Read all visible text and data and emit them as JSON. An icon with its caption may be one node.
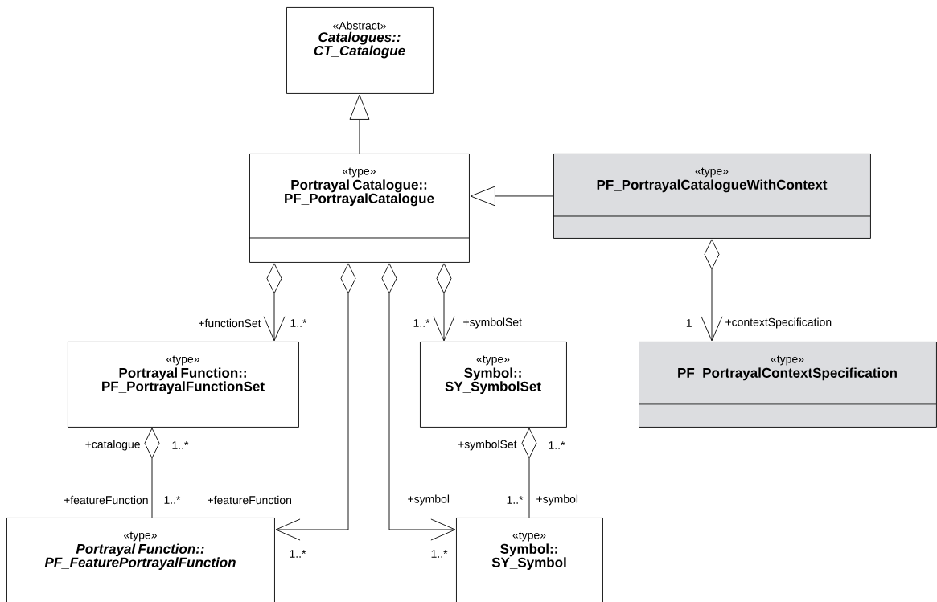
{
  "diagram": {
    "nodes": [
      {
        "text": [
          "«Abstract»",
          "Catalogues:: CT_Catalogue"
        ]
      },
      {
        "text": [
          "«type»",
          "Portrayal Catalogue:: PF_PortrayalCatalogue"
        ]
      },
      {
        "text": [
          "«type»",
          "PF_PortrayalCatalogueWithContext"
        ]
      },
      {
        "text": [
          "«type»",
          "Portrayal Function:: PF_PortrayalFunctionSet"
        ]
      },
      {
        "text": [
          "«type»",
          "Symbol:: SY_SymbolSet"
        ]
      },
      {
        "text": [
          "«type»",
          "PF_PortrayalContextSpecification"
        ]
      },
      {
        "text": [
          "«type»",
          "Portrayal Function:: PF_FeaturePortrayalFunction"
        ]
      },
      {
        "text": [
          "«type»",
          "Symbol:: SY_Symbol"
        ]
      }
    ],
    "edges": [
      {
        "from": 1,
        "to": 0,
        "arrow": "to"
      },
      {
        "from": 2,
        "to": 1,
        "arrow": "to"
      },
      {
        "from": 1,
        "to": 3,
        "arrow": "to"
      },
      {
        "from": 1,
        "to": 6,
        "arrow": "to"
      },
      {
        "from": 1,
        "to": 7,
        "arrow": "to"
      },
      {
        "from": 1,
        "to": 4,
        "arrow": "to"
      },
      {
        "from": 2,
        "to": 5,
        "arrow": "to"
      },
      {
        "from": 3,
        "to": 6,
        "arrow": "other"
      },
      {
        "from": 4,
        "to": 7,
        "arrow": "other"
      }
    ],
    "labels": [
      "+functionSet",
      "1..*",
      "1..*",
      "+symbolSet",
      "1",
      "+contextSpecification",
      "+catalogue",
      "1..*",
      "+symbolSet",
      "1..*",
      "+featureFunction",
      "1..*",
      "+featureFunction",
      "+symbol",
      "1..*",
      "+symbol",
      "1..*",
      "1..*"
    ]
  }
}
